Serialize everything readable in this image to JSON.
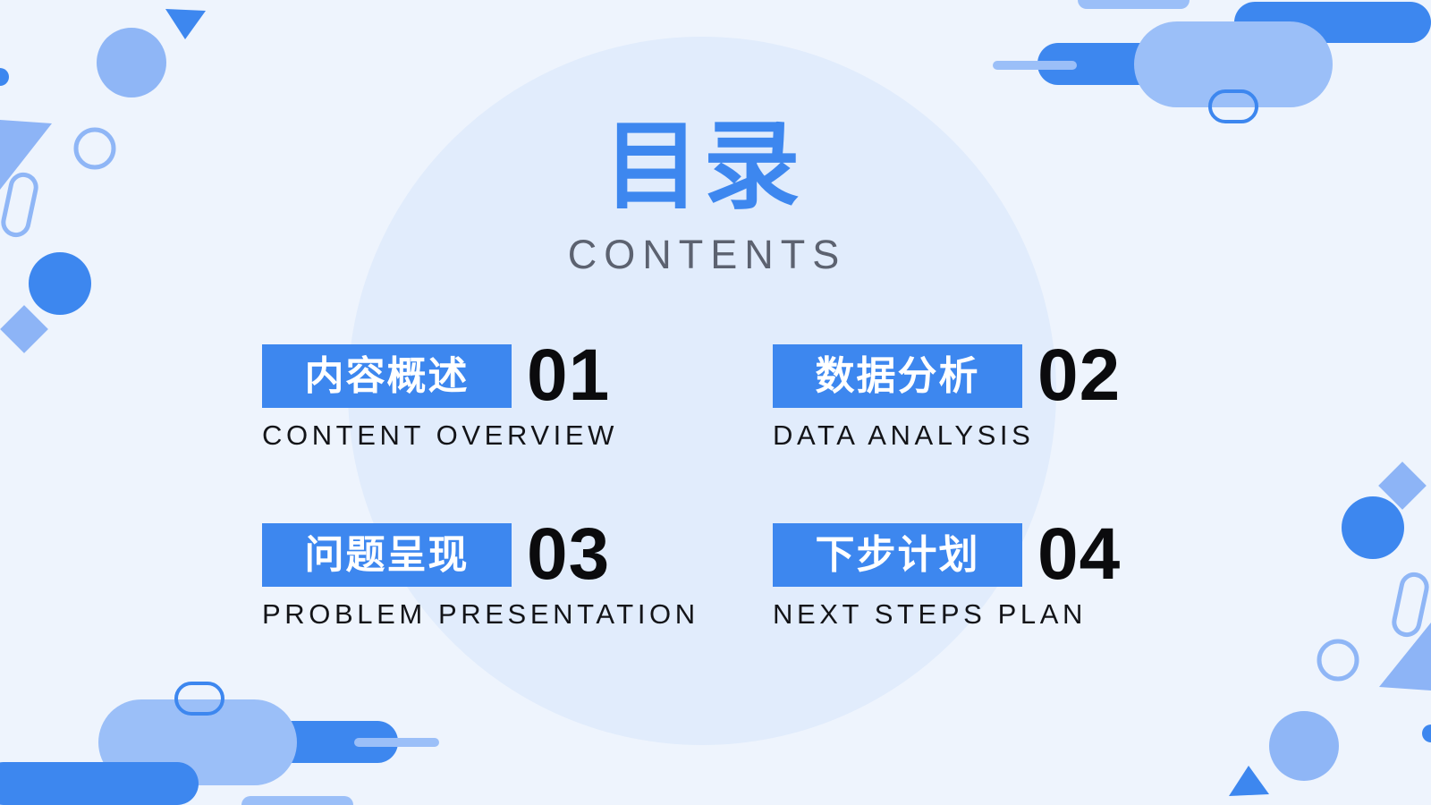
{
  "title": {
    "zh": "目录",
    "en": "CONTENTS"
  },
  "items": [
    {
      "label": "内容概述",
      "number": "01",
      "subtitle": "CONTENT OVERVIEW"
    },
    {
      "label": "数据分析",
      "number": "02",
      "subtitle": "DATA ANALYSIS"
    },
    {
      "label": "问题呈现",
      "number": "03",
      "subtitle": "PROBLEM PRESENTATION"
    },
    {
      "label": "下步计划",
      "number": "04",
      "subtitle": "NEXT STEPS PLAN"
    }
  ],
  "colors": {
    "background": "#eef4fd",
    "accent": "#3d87ef",
    "accent_light": "#9bbff8",
    "circle": "#e1ecfc",
    "text_dark": "#0b0b0d",
    "text_gray": "#5c6270"
  }
}
